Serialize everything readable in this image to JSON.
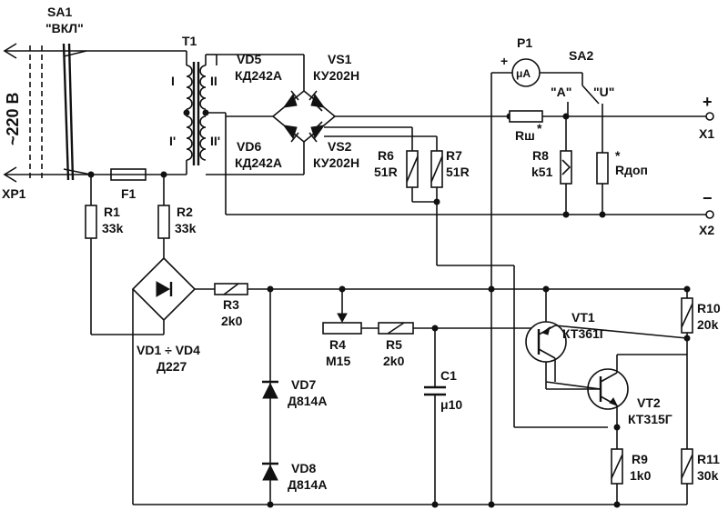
{
  "labels": {
    "sa1": "SA1",
    "sa1_state": "\"ВКЛ\"",
    "voltage": "~220 В",
    "xp1": "XP1",
    "f1": "F1",
    "t1": "T1",
    "t1_w1": "I",
    "t1_w1b": "I'",
    "t1_w2": "II",
    "t1_w2b": "II'",
    "vd5": "VD5",
    "vd5_type": "КД242А",
    "vd6": "VD6",
    "vd6_type": "КД242А",
    "vs1": "VS1",
    "vs1_type": "КУ202Н",
    "vs2": "VS2",
    "vs2_type": "КУ202Н",
    "r1": "R1",
    "r1_val": "33k",
    "r2": "R2",
    "r2_val": "33k",
    "r6": "R6",
    "r6_val": "51R",
    "r7": "R7",
    "r7_val": "51R",
    "p1": "P1",
    "p1_sym": "μA",
    "plus": "+",
    "sa2": "SA2",
    "sa2_a": "\"A\"",
    "sa2_u": "\"U\"",
    "rsh": "Rш",
    "star": "*",
    "r8": "R8",
    "r8_val": "k51",
    "radd": "Rдоп",
    "x1_sign": "+",
    "x1": "X1",
    "x2_sign": "−",
    "x2": "X2",
    "vd14": "VD1 ÷ VD4",
    "vd14_type": "Д227",
    "r3": "R3",
    "r3_val": "2k0",
    "r4": "R4",
    "r4_val": "M15",
    "r5": "R5",
    "r5_val": "2k0",
    "c1": "C1",
    "c1_val": "μ10",
    "vd7": "VD7",
    "vd7_type": "Д814А",
    "vd8": "VD8",
    "vd8_type": "Д814А",
    "vt1": "VT1",
    "vt1_type": "КТ361Г",
    "vt2": "VT2",
    "vt2_type": "КТ315Г",
    "r9": "R9",
    "r9_val": "1k0",
    "r10": "R10",
    "r10_val": "20k",
    "r11": "R11",
    "r11_val": "30k"
  }
}
